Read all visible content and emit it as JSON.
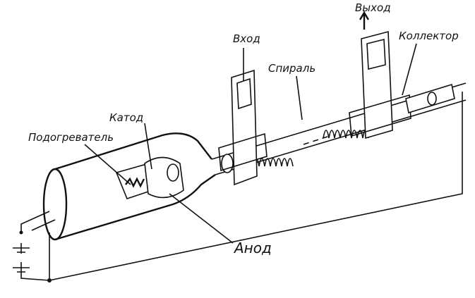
{
  "title": "Traveling-wave tube schematic",
  "labels": {
    "output": "Выход",
    "input": "Вход",
    "helix": "Спираль",
    "collector": "Коллектор",
    "cathode": "Катод",
    "heater": "Подогреватель",
    "anode": "Анод"
  }
}
